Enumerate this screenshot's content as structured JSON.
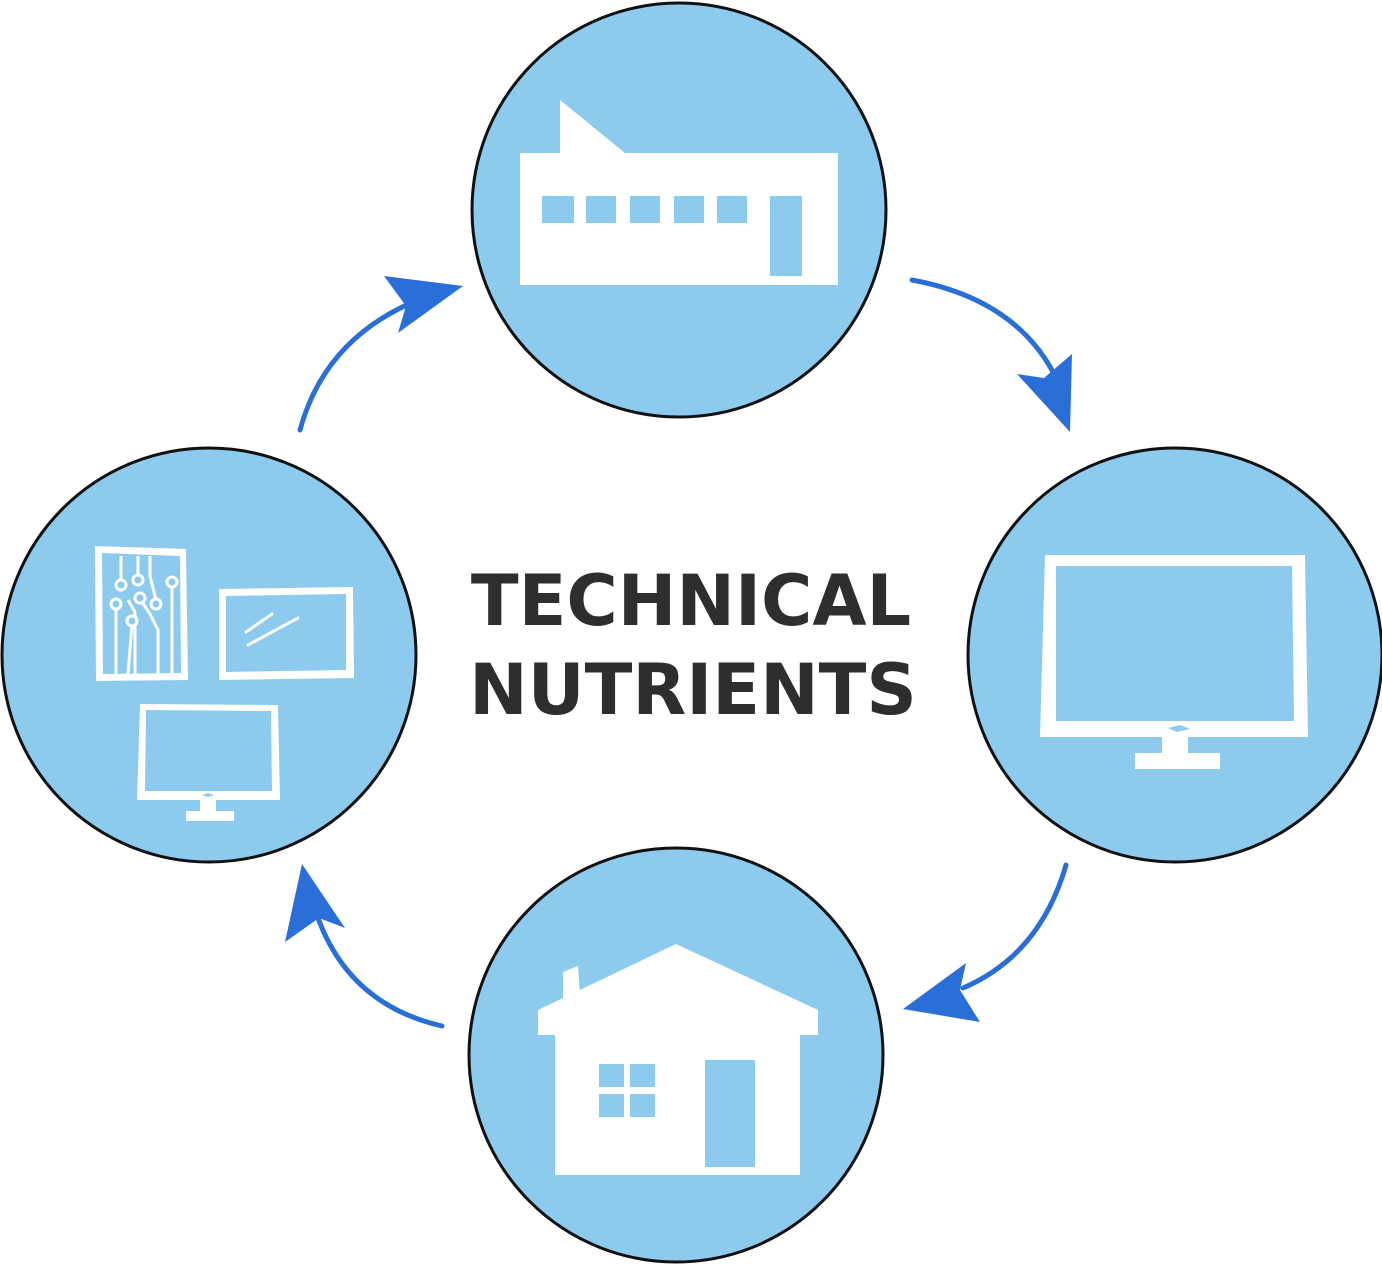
{
  "title": {
    "line1": "TECHNICAL",
    "line2": "NUTRIENTS"
  },
  "colors": {
    "circle_fill": "#8ccaee",
    "circle_stroke": "#111111",
    "arrow": "#2a6fd8",
    "icon": "#ffffff",
    "text": "#2e2e2e"
  },
  "nodes": [
    {
      "id": "factory",
      "icon": "factory-icon"
    },
    {
      "id": "monitor",
      "icon": "monitor-icon"
    },
    {
      "id": "house",
      "icon": "house-icon"
    },
    {
      "id": "components",
      "icon": "electronic-components-icon"
    }
  ],
  "flow": [
    "factory",
    "monitor",
    "house",
    "components",
    "factory"
  ]
}
